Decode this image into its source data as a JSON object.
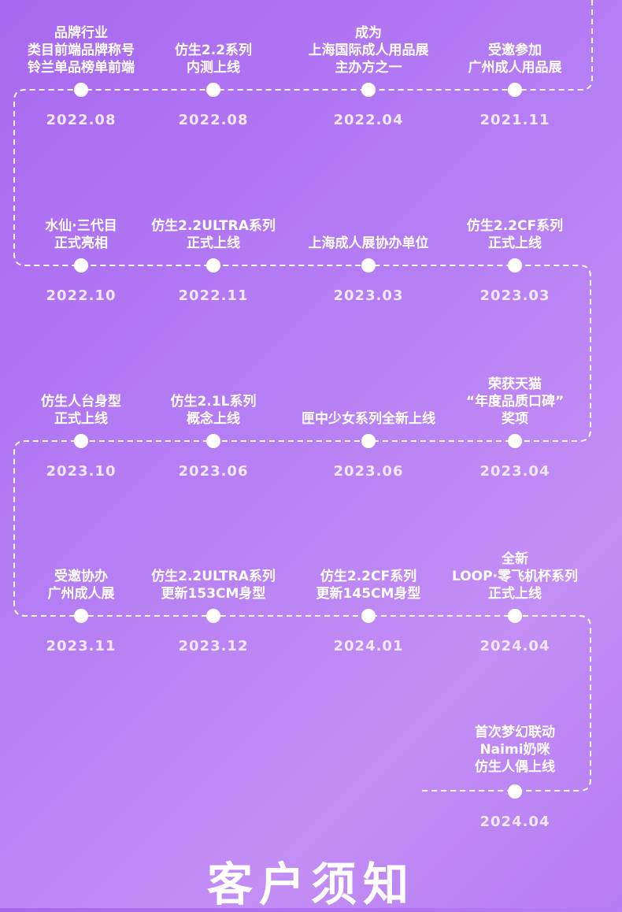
{
  "milestones": [
    {
      "desc": "品牌行业\n类目前端品牌称号\n铃兰单品榜单前端",
      "date": "2022.08"
    },
    {
      "desc": "仿生2.2系列\n内测上线",
      "date": "2022.08"
    },
    {
      "desc": "成为\n上海国际成人用品展\n主办方之一",
      "date": "2022.04"
    },
    {
      "desc": "受邀参加\n广州成人用品展",
      "date": "2021.11"
    },
    {
      "desc": "水仙·三代目\n正式亮相",
      "date": "2022.10"
    },
    {
      "desc": "仿生2.2ULTRA系列\n正式上线",
      "date": "2022.11"
    },
    {
      "desc": "上海成人展协办单位",
      "date": "2023.03"
    },
    {
      "desc": "仿生2.2CF系列\n正式上线",
      "date": "2023.03"
    },
    {
      "desc": "仿生人台身型\n正式上线",
      "date": "2023.10"
    },
    {
      "desc": "仿生2.1L系列\n概念上线",
      "date": "2023.06"
    },
    {
      "desc": "匣中少女系列全新上线",
      "date": "2023.06"
    },
    {
      "desc": "荣获天猫\n“年度品质口碑”\n奖项",
      "date": "2023.04"
    },
    {
      "desc": "受邀协办\n广州成人展",
      "date": "2023.11"
    },
    {
      "desc": "仿生2.2ULTRA系列\n更新153CM身型",
      "date": "2023.12"
    },
    {
      "desc": "仿生2.2CF系列\n更新145CM身型",
      "date": "2024.01"
    },
    {
      "desc": "全新\nLOOP·零飞机杯系列\n正式上线",
      "date": "2024.04"
    },
    {
      "desc": "首次梦幻联动\nNaimi奶咪\n仿生人偶上线",
      "date": "2024.04"
    }
  ],
  "footer": {
    "title": "客户须知"
  },
  "colors": {
    "line": "#ffffff"
  }
}
